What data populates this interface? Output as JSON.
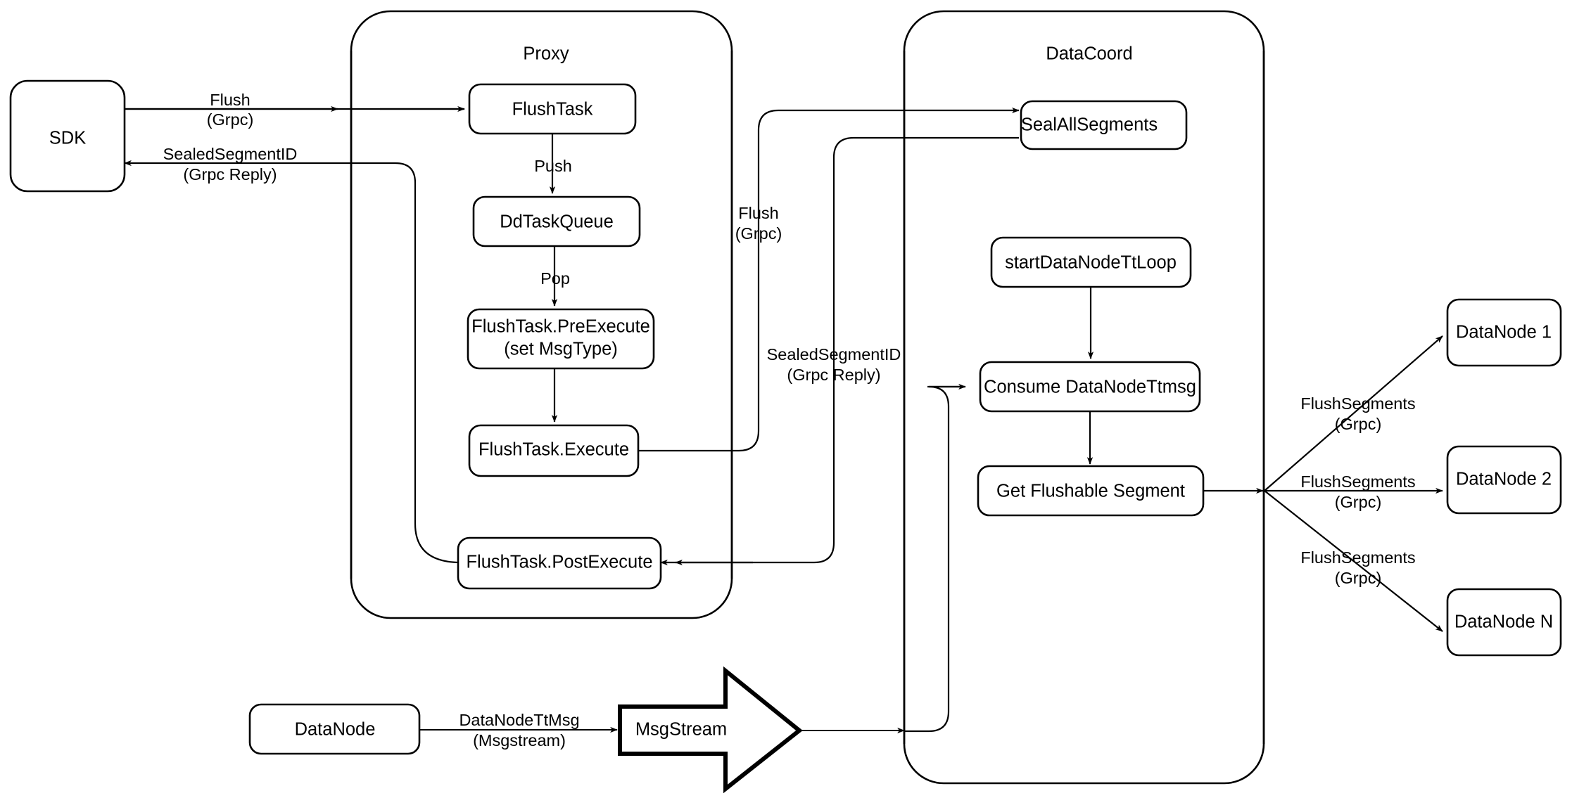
{
  "diagram": {
    "title": "Milvus Flush Flow",
    "background": "#ffffff",
    "stroke": "#000000"
  },
  "groups": {
    "proxy": {
      "label": "Proxy"
    },
    "datacoord": {
      "label": "DataCoord"
    }
  },
  "nodes": {
    "sdk": {
      "label": "SDK"
    },
    "flush_task": {
      "label": "FlushTask"
    },
    "dd_task_queue": {
      "label": "DdTaskQueue"
    },
    "pre_execute_l1": {
      "label": "FlushTask.PreExecute"
    },
    "pre_execute_l2": {
      "label": "(set MsgType)"
    },
    "execute": {
      "label": "FlushTask.Execute"
    },
    "post_execute": {
      "label": "FlushTask.PostExecute"
    },
    "seal_all_segments": {
      "label": "SealAllSegments"
    },
    "start_tt_loop": {
      "label": "startDataNodeTtLoop"
    },
    "consume_ttmsg": {
      "label": "Consume DataNodeTtmsg"
    },
    "get_flushable": {
      "label": "Get Flushable Segment"
    },
    "datanode_src": {
      "label": "DataNode"
    },
    "msgstream": {
      "label": "MsgStream"
    },
    "datanode_1": {
      "label": "DataNode 1"
    },
    "datanode_2": {
      "label": "DataNode 2"
    },
    "datanode_n": {
      "label": "DataNode N"
    }
  },
  "edge_labels": {
    "sdk_to_proxy_l1": "Flush",
    "sdk_to_proxy_l2": "(Grpc)",
    "proxy_to_sdk_l1": "SealedSegmentID",
    "proxy_to_sdk_l2": "(Grpc Reply)",
    "push": "Push",
    "pop": "Pop",
    "proxy_to_dc_l1": "Flush",
    "proxy_to_dc_l2": "(Grpc)",
    "dc_to_proxy_l1": "SealedSegmentID",
    "dc_to_proxy_l2": "(Grpc Reply)",
    "datanode_ttmsg_l1": "DataNodeTtMsg",
    "datanode_ttmsg_l2": "(Msgstream)",
    "flush_segments_1_l1": "FlushSegments",
    "flush_segments_1_l2": "(Grpc)",
    "flush_segments_2_l1": "FlushSegments",
    "flush_segments_2_l2": "(Grpc)",
    "flush_segments_n_l1": "FlushSegments",
    "flush_segments_n_l2": "(Grpc)"
  }
}
